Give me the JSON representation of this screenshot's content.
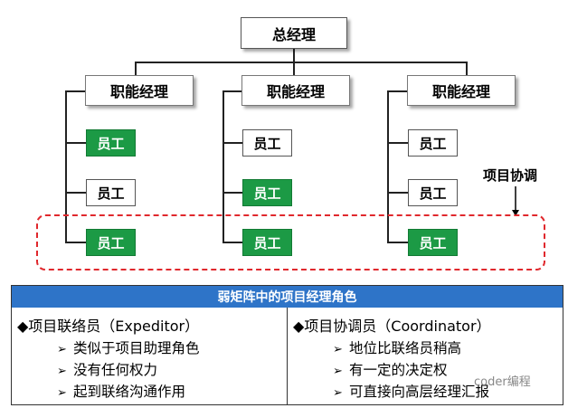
{
  "org": {
    "top": "总经理",
    "managers": [
      "职能经理",
      "职能经理",
      "职能经理"
    ],
    "columns": [
      {
        "employees": [
          {
            "label": "员工",
            "highlight": true
          },
          {
            "label": "员工",
            "highlight": false
          },
          {
            "label": "员工",
            "highlight": true
          }
        ]
      },
      {
        "employees": [
          {
            "label": "员工",
            "highlight": false
          },
          {
            "label": "员工",
            "highlight": true
          },
          {
            "label": "员工",
            "highlight": true
          }
        ]
      },
      {
        "employees": [
          {
            "label": "员工",
            "highlight": false
          },
          {
            "label": "员工",
            "highlight": false
          },
          {
            "label": "员工",
            "highlight": true
          }
        ]
      }
    ],
    "coordination_label": "项目协调"
  },
  "table": {
    "title": "弱矩阵中的项目经理角色",
    "left": {
      "heading": "◆项目联络员（Expeditor）",
      "items": [
        "类似于项目助理角色",
        "没有任何权力",
        "起到联络沟通作用"
      ]
    },
    "right": {
      "heading": "◆项目协调员（Coordinator）",
      "items": [
        "地位比联络员稍高",
        "有一定的决定权",
        "可直接向高层经理汇报"
      ]
    }
  },
  "watermark": "coder编程",
  "colors": {
    "highlight": "#1c9a45",
    "dashed": "#e0282d",
    "header": "#2e74c8"
  }
}
